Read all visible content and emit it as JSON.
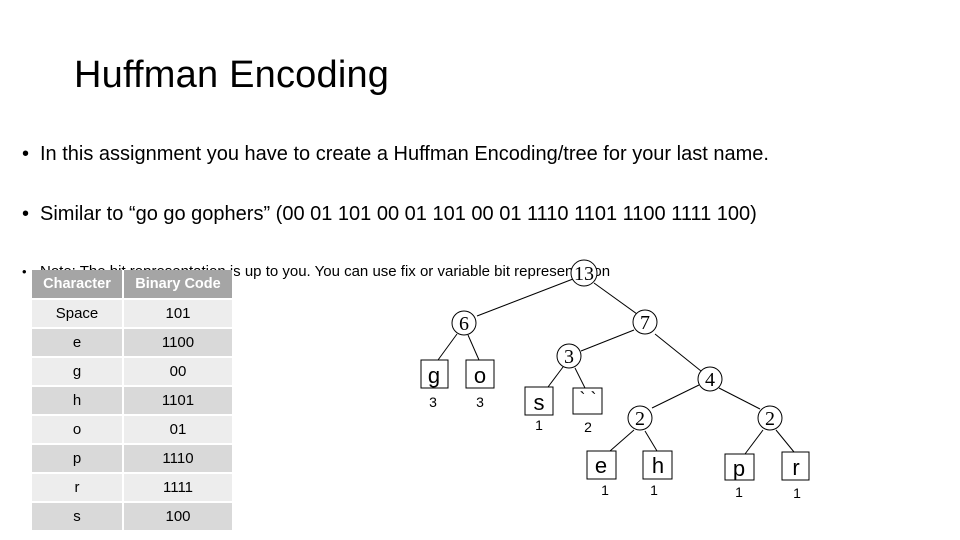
{
  "slide": {
    "title": "Huffman Encoding",
    "bullets": [
      "In this assignment you have to create a Huffman Encoding/tree for your last name.",
      "Similar to “go go gophers” (00 01 101 00 01 101 00 01 1110 1101 1100 1111 100)",
      "Note: The bit representation is up to you. You can use fix or variable bit representation"
    ]
  },
  "table": {
    "headers": [
      "Character",
      "Binary Code"
    ],
    "rows": [
      [
        "Space",
        "101"
      ],
      [
        "e",
        "1100"
      ],
      [
        "g",
        "00"
      ],
      [
        "h",
        "1101"
      ],
      [
        "o",
        "01"
      ],
      [
        "p",
        "1110"
      ],
      [
        "r",
        "1111"
      ],
      [
        "s",
        "100"
      ]
    ]
  },
  "tree": {
    "internal_nodes": [
      "13",
      "6",
      "7",
      "3",
      "4",
      "2",
      "2"
    ],
    "leaves": [
      {
        "char": "g",
        "freq": "3"
      },
      {
        "char": "o",
        "freq": "3"
      },
      {
        "char": "s",
        "freq": "1"
      },
      {
        "char": "` `",
        "freq": "2"
      },
      {
        "char": "e",
        "freq": "1"
      },
      {
        "char": "h",
        "freq": "1"
      },
      {
        "char": "p",
        "freq": "1"
      },
      {
        "char": "r",
        "freq": "1"
      }
    ]
  }
}
